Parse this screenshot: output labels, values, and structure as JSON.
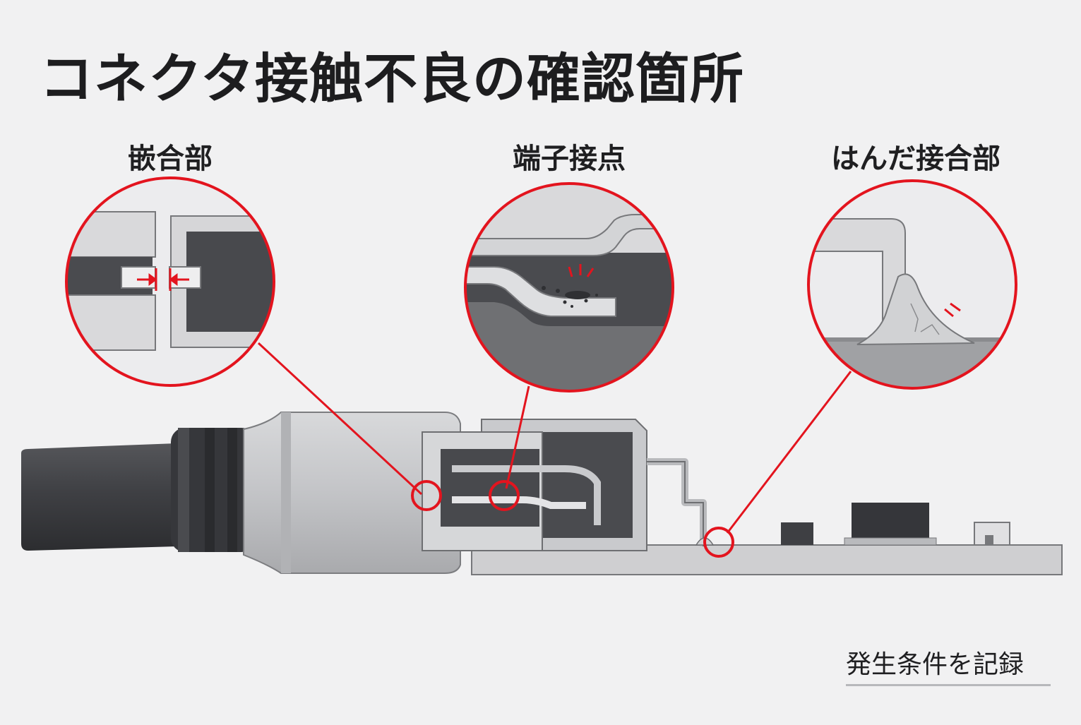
{
  "title": "コネクタ接触不良の確認箇所",
  "callouts": [
    {
      "id": "fit",
      "label": "嵌合部"
    },
    {
      "id": "contact",
      "label": "端子接点"
    },
    {
      "id": "solder",
      "label": "はんだ接合部"
    }
  ],
  "note": "発生条件を記録",
  "colors": {
    "accent": "#e3141e",
    "cable": "#3c3d41",
    "metal": "#bfc0c3",
    "dark_fill": "#48494d",
    "background": "#f1f1f2"
  }
}
